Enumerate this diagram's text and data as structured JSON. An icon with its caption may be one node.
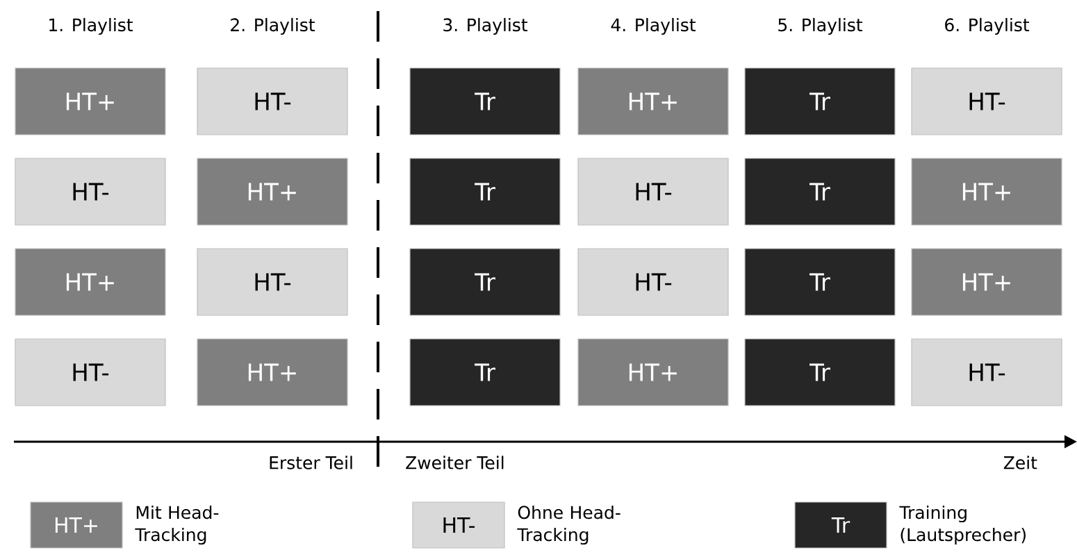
{
  "diagram": {
    "nodes": [
      {
        "text": [
          "HT+"
        ]
      },
      {
        "text": [
          "HT-"
        ]
      },
      {
        "text": [
          "Tr"
        ]
      },
      {
        "text": [
          "HT+"
        ]
      },
      {
        "text": [
          "Tr"
        ]
      },
      {
        "text": [
          "HT-"
        ]
      },
      {
        "text": [
          "HT-"
        ]
      },
      {
        "text": [
          "HT+"
        ]
      },
      {
        "text": [
          "Tr"
        ]
      },
      {
        "text": [
          "HT-"
        ]
      },
      {
        "text": [
          "Tr"
        ]
      },
      {
        "text": [
          "HT+"
        ]
      },
      {
        "text": [
          "HT+"
        ]
      },
      {
        "text": [
          "HT-"
        ]
      },
      {
        "text": [
          "Tr"
        ]
      },
      {
        "text": [
          "HT-"
        ]
      },
      {
        "text": [
          "Tr"
        ]
      },
      {
        "text": [
          "HT+"
        ]
      },
      {
        "text": [
          "HT-"
        ]
      },
      {
        "text": [
          "HT+"
        ]
      },
      {
        "text": [
          "Tr"
        ]
      },
      {
        "text": [
          "HT+"
        ]
      },
      {
        "text": [
          "Tr"
        ]
      },
      {
        "text": [
          "HT-"
        ]
      }
    ],
    "labels": [
      "1. Playlist",
      "2. Playlist",
      "3. Playlist",
      "4. Playlist",
      "5. Playlist",
      "6. Playlist",
      "Erster Teil",
      "Zweiter Teil",
      "Zeit",
      "HT+",
      "HT-",
      "Tr"
    ],
    "legend": [
      {
        "text": "Mit Head-Tracking",
        "color": "#7f7f7f"
      },
      {
        "text": "Ohne Head-Tracking",
        "color": "#d9d9d9"
      },
      {
        "text": "Training (Lautsprecher)",
        "color": "#262626"
      }
    ]
  }
}
